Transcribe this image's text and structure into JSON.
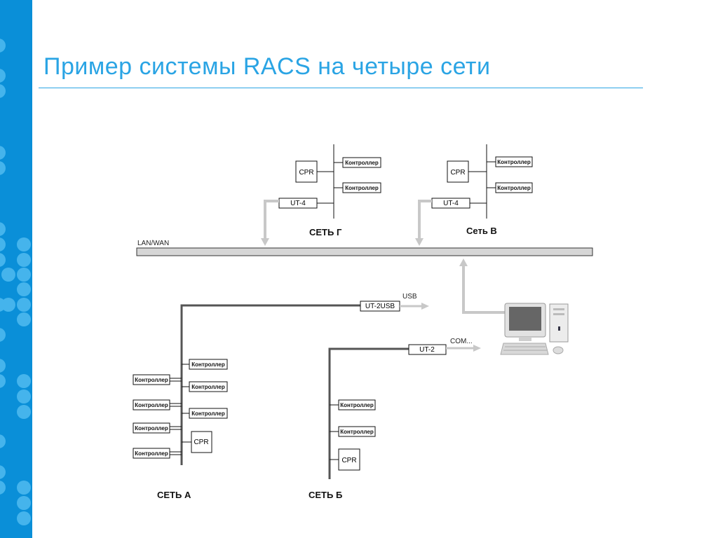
{
  "page": {
    "title": "Пример системы RACS на четыре сети"
  },
  "diagram": {
    "lan_label": "LAN/WAN",
    "controller": "Контроллер",
    "cpr": "CPR",
    "ut4": "UT-4",
    "ut2usb": "UT-2USB",
    "ut2": "UT-2",
    "usb": "USB",
    "com": "COM...",
    "net_g": "СЕТЬ Г",
    "net_v": "Сеть В",
    "net_a": "СЕТЬ А",
    "net_b": "СЕТЬ Б"
  },
  "colors": {
    "accent": "#2aa4e4",
    "sidebar": "#0a8fd8",
    "arrow": "#c8c8c8"
  }
}
